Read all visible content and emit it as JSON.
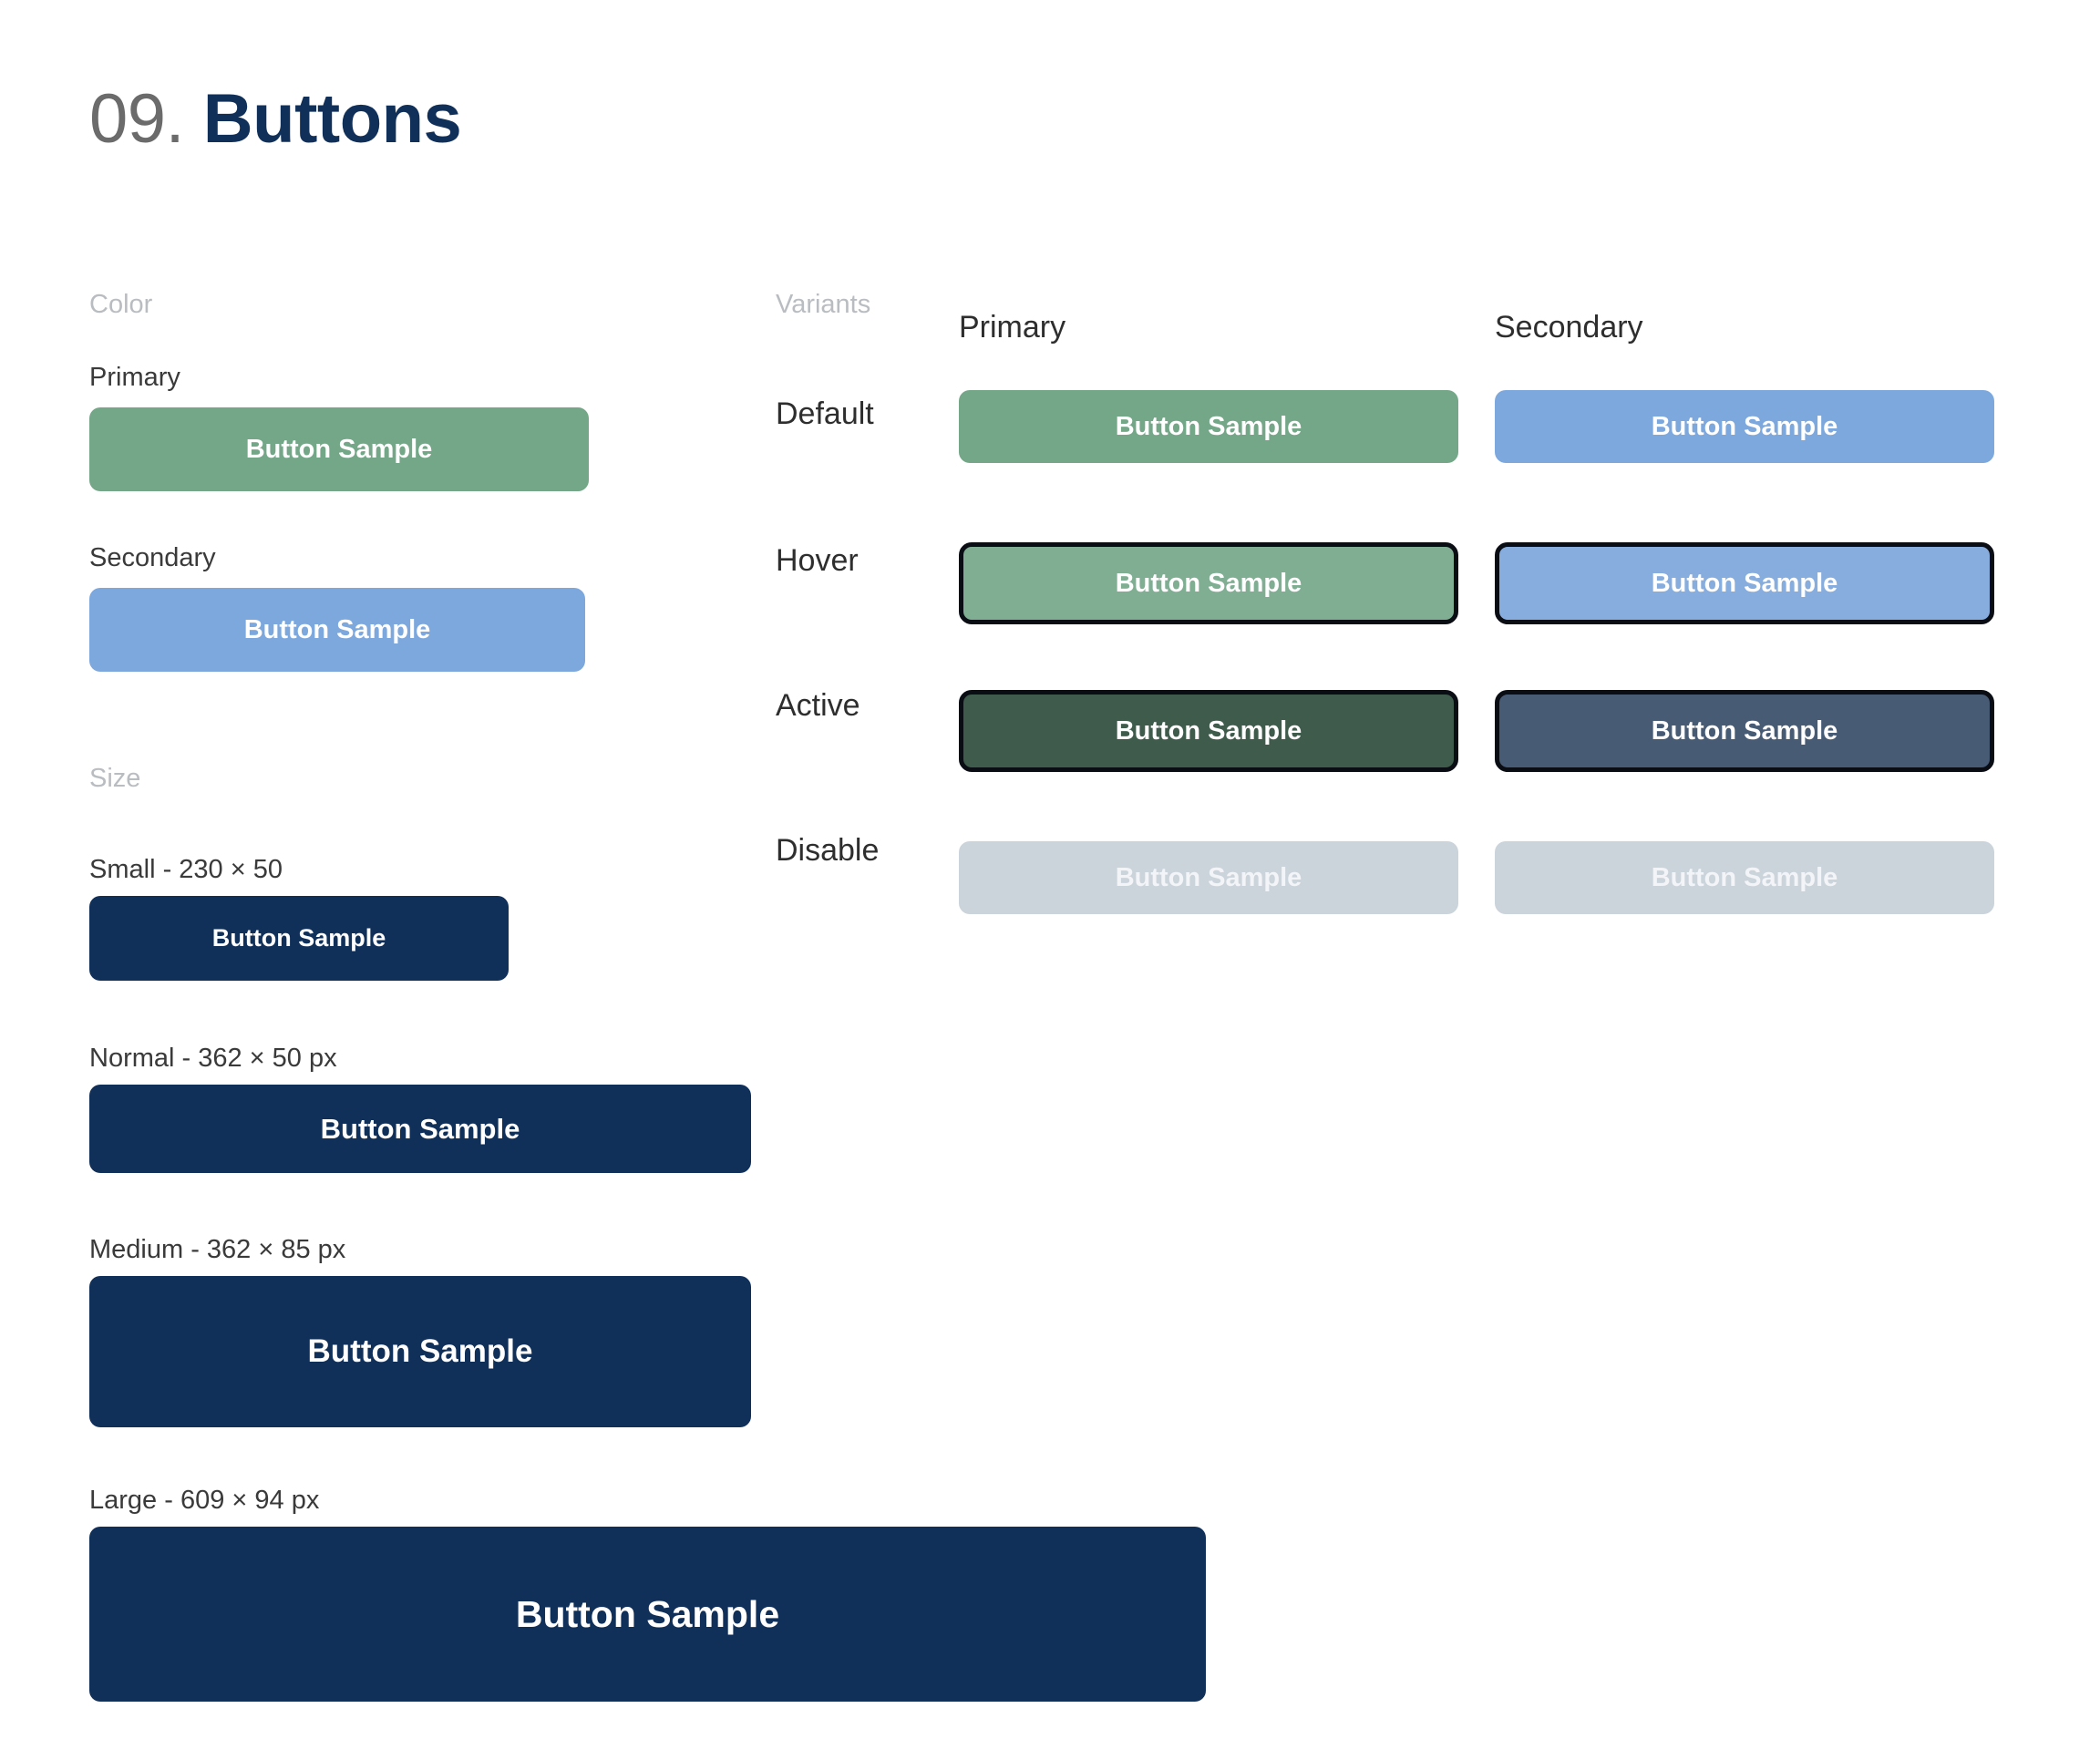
{
  "title": {
    "number": "09.",
    "name": "Buttons"
  },
  "button_label": "Button Sample",
  "colors": {
    "primary": "#74a688",
    "primary_hover": "#7fae93",
    "primary_active": "#3e5b4c",
    "secondary": "#7da8dd",
    "secondary_hover": "#86add e",
    "secondary_active": "#475b75",
    "disabled_bg": "#cbd3db",
    "disabled_text": "#f2f4f7",
    "navy": "#10305a",
    "border_black": "#0a0d14",
    "heading_gray": "#b9bcc0",
    "label_dark": "#3a3a3a",
    "title_number_gray": "#6b6b6b"
  },
  "sections": {
    "color": {
      "heading": "Color",
      "items": [
        {
          "label": "Primary",
          "button_label": "Button Sample"
        },
        {
          "label": "Secondary",
          "button_label": "Button Sample"
        }
      ]
    },
    "size": {
      "heading": "Size",
      "items": [
        {
          "label": "Small - 230 × 50",
          "button_label": "Button Sample"
        },
        {
          "label": "Normal - 362 × 50 px",
          "button_label": "Button Sample"
        },
        {
          "label": "Medium - 362 × 85 px",
          "button_label": "Button Sample"
        },
        {
          "label": "Large - 609 × 94 px",
          "button_label": "Button Sample"
        }
      ]
    },
    "variants": {
      "heading": "Variants",
      "columns": [
        {
          "label": "Primary"
        },
        {
          "label": "Secondary"
        }
      ],
      "rows": [
        {
          "state": "Default",
          "cells": [
            {
              "button_label": "Button Sample"
            },
            {
              "button_label": "Button Sample"
            }
          ]
        },
        {
          "state": "Hover",
          "cells": [
            {
              "button_label": "Button Sample"
            },
            {
              "button_label": "Button Sample"
            }
          ]
        },
        {
          "state": "Active",
          "cells": [
            {
              "button_label": "Button Sample"
            },
            {
              "button_label": "Button Sample"
            }
          ]
        },
        {
          "state": "Disable",
          "cells": [
            {
              "button_label": "Button Sample"
            },
            {
              "button_label": "Button Sample"
            }
          ]
        }
      ]
    }
  }
}
